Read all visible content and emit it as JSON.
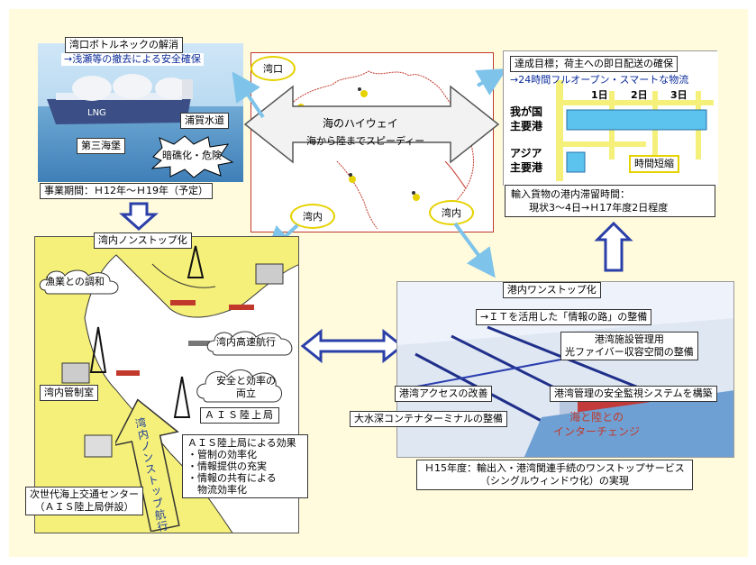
{
  "top_left": {
    "title": "湾口ボトルネックの解消",
    "subtitle": "→浅瀬等の撤去による安全確保",
    "label_uraga": "浦賀水道",
    "label_daisan": "第三海堡",
    "label_danger": "暗礁化・危険",
    "period": "事業期間：Ｈ12年～Ｈ19年（予定）"
  },
  "center": {
    "highway_title": "海のハイウェイ",
    "highway_sub": "海から陸までスピーディー",
    "oval_mouth": "湾口",
    "oval_inner_left": "湾内",
    "oval_inner_right": "湾内"
  },
  "top_right": {
    "title": "達成目標；荷主への即日配送の確保",
    "subtitle": "→24時間フルオープン・スマートな物流",
    "days": [
      "1日",
      "2日",
      "3日"
    ],
    "row1": "我が国\n主要港",
    "row2": "アジア\n主要港",
    "short_label": "時間短縮",
    "dwell_line1": "輸入貨物の港内滞留時間：",
    "dwell_line2": "現状3～4日→Ｈ17年度2日程度"
  },
  "bottom_left": {
    "title": "湾内ノンストップ化",
    "fishery": "漁業との調和",
    "high_speed": "湾内高速航行",
    "safety": "安全と効率の\n両立",
    "control_room": "湾内管制室",
    "ais_station": "ＡＩＳ陸上局",
    "arrow_text": "湾内ノンストップ航行",
    "effects_title": "ＡＩＳ陸上局による効果",
    "effects": [
      "・管制の効率化",
      "・情報提供の充実",
      "・情報の共有による",
      "　物流効率化"
    ],
    "center_name": "次世代海上交通センター\n（ＡＩＳ陸上局併設）"
  },
  "bottom_right": {
    "title": "港内ワンストップ化",
    "it_road": "→ＩＴを活用した「情報の路」の整備",
    "fiber": "港湾施設管理用\n光ファイバー収容空間の整備",
    "access": "港湾アクセスの改善",
    "security": "港湾管理の安全監視システムを構築",
    "terminal": "大水深コンテナターミナルの整備",
    "interchange": "海と陸との\nインターチェンジ",
    "h15_line1": "Ｈ15年度：輸出入・港湾関連手続のワンストップサービス",
    "h15_line2": "（シングルウィンドウ化）の実現"
  },
  "colors": {
    "background": "#fffbdc",
    "map_yellow": "#f5f07a",
    "accent_blue": "#2a3fa8",
    "light_blue_arrow": "#7ec3ea",
    "bar_blue": "#5cc2ee"
  }
}
